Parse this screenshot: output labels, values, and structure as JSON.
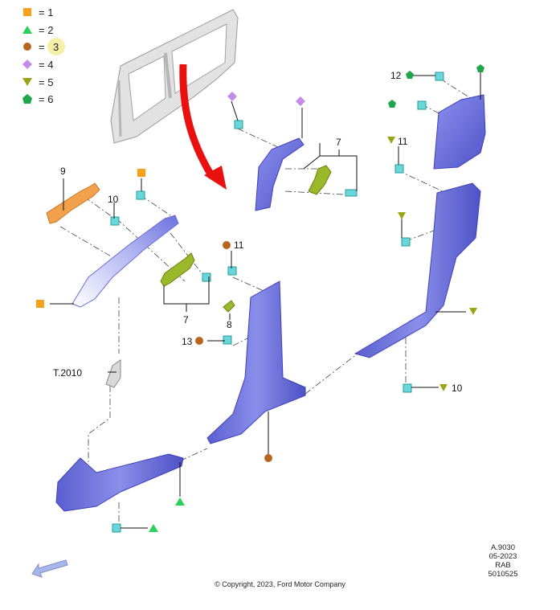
{
  "legend": [
    {
      "symbol": "square",
      "color": "#f7a11a",
      "label": "= 1",
      "number": "1"
    },
    {
      "symbol": "triangle-up",
      "color": "#2bd15a",
      "label": "= 2",
      "number": "2"
    },
    {
      "symbol": "circle",
      "color": "#b8651e",
      "label": "= 3",
      "number": "3",
      "highlighted": true
    },
    {
      "symbol": "diamond",
      "color": "#c58be8",
      "label": "= 4",
      "number": "4"
    },
    {
      "symbol": "triangle-down",
      "color": "#9aa516",
      "label": "= 5",
      "number": "5"
    },
    {
      "symbol": "pentagon",
      "color": "#1fa64a",
      "label": "= 6",
      "number": "6"
    }
  ],
  "callouts": {
    "c9": "9",
    "c10a": "10",
    "c7a": "7",
    "c8": "8",
    "c11a": "11",
    "c13": "13",
    "c7b": "7",
    "c11b": "11",
    "c12": "12",
    "c10b": "10",
    "t2010": "T.2010"
  },
  "meta": {
    "line1": "A.9030",
    "line2": "05-2023",
    "line3": "RAB",
    "line4": "5010525"
  },
  "copyright": "© Copyright, 2023, Ford Motor Company",
  "colors": {
    "panel": "#6f74e0",
    "panel_dark": "#3d41b8",
    "clip": "#69d6d9",
    "handle": "#9ab82a",
    "bracket": "#f2a04b",
    "arrow": "#e8110f",
    "body": "#d4d4d4"
  }
}
